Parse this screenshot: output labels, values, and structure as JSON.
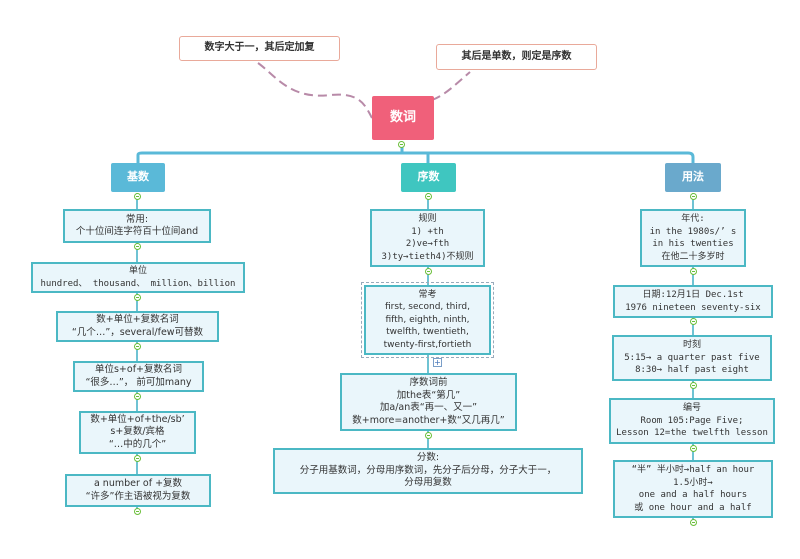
{
  "root": {
    "label": "数词"
  },
  "callouts": {
    "left": "数字大于一，其后定加复",
    "right": "其后是单数，则定是序数"
  },
  "categories": {
    "cardinal": "基数",
    "ordinal": "序数",
    "usage": "用法"
  },
  "cardinal_items": [
    "常用:\n个十位间连字符百十位间and",
    "单位\nhundred、 thousand、 million、billion",
    "数+单位+复数名词\n“几个…”，several/few可替数",
    "单位s+of+复数名词\n“很多…”， 前可加many",
    "数+单位+of+the/sb’\ns+复数/宾格\n“…中的几个”",
    "a number of +复数\n“许多”作主语被视为复数"
  ],
  "ordinal_items": [
    "规则\n1) +th\n2)ve→fth\n3)ty→tieth4)不规则",
    "常考\nfirst, second, third,\nfifth, eighth, ninth,\ntwelfth, twentieth,\ntwenty-first,fortieth",
    "序数词前\n加the表“第几”\n加a/an表“再一、又一”\n数+more=another+数“又几再几”",
    "分数:\n分子用基数词，分母用序数词，先分子后分母，分子大于一，\n分母用复数"
  ],
  "usage_items": [
    "年代:\nin the 1980s/’ s\nin his twenties\n在他二十多岁时",
    "日期:12月1日 Dec.1st\n1976 nineteen seventy-six",
    "时刻\n5:15→ a quarter past five\n8:30→ half past eight",
    "编号\nRoom 105:Page Five;\nLesson 12=the twelfth lesson",
    "“半” 半小时→half an hour\n1.5小时→\none and a half hours\n或 one hour and a half"
  ]
}
